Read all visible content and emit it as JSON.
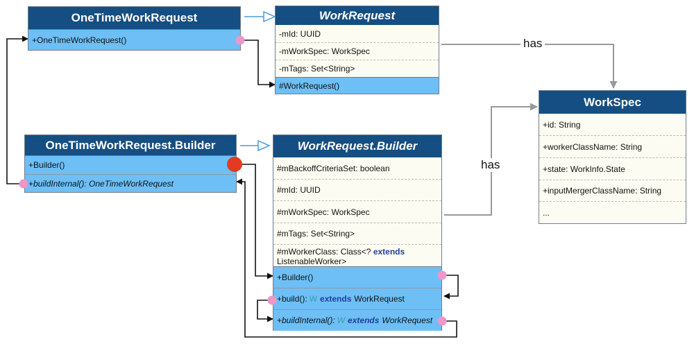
{
  "classes": {
    "onetime": {
      "title": "OneTimeWorkRequest",
      "methods": [
        "+OneTimeWorkRequest()"
      ]
    },
    "workrequest": {
      "title": "WorkRequest",
      "fields": [
        "-mId: UUID",
        "-mWorkSpec: WorkSpec",
        "-mTags: Set<String>"
      ],
      "methods": [
        "#WorkRequest()"
      ]
    },
    "workspec": {
      "title": "WorkSpec",
      "fields": [
        "+id: String",
        "+workerClassName: String",
        "+state: WorkInfo.State",
        "+inputMergerClassName: String",
        "..."
      ]
    },
    "onetime_builder": {
      "title": "OneTimeWorkRequest.Builder",
      "methods": [
        "+Builder()",
        "+buildInternal(): OneTimeWorkRequest"
      ]
    },
    "workrequest_builder": {
      "title": "WorkRequest.Builder",
      "fields": [
        "#mBackoffCriteriaSet: boolean",
        "#mId: UUID",
        "#mWorkSpec: WorkSpec",
        "#mTags: Set<String>"
      ],
      "worker_class_field": {
        "prefix": "#mWorkerClass: Class<? ",
        "keyword": "extends",
        "suffix": "ListenableWorker>"
      },
      "methods": {
        "builder": "+Builder()",
        "build": {
          "prefix": "+build(): ",
          "type_var": "W",
          "keyword": "extends",
          "suffix": "WorkRequest"
        },
        "build_internal": {
          "prefix": "+buildInternal(): ",
          "type_var": "W",
          "keyword": "extends",
          "suffix": "WorkRequest"
        }
      }
    }
  },
  "edges": {
    "has_top": "has",
    "has_bottom": "has"
  },
  "colors": {
    "header": "#154e82",
    "method_bg": "#6dbff6",
    "field_bg": "#fdfcf2",
    "inherit_arrow": "#4a9be0",
    "assoc_line": "#999999",
    "connector_dot": "#ee96c8",
    "current_dot": "#e33b22"
  }
}
